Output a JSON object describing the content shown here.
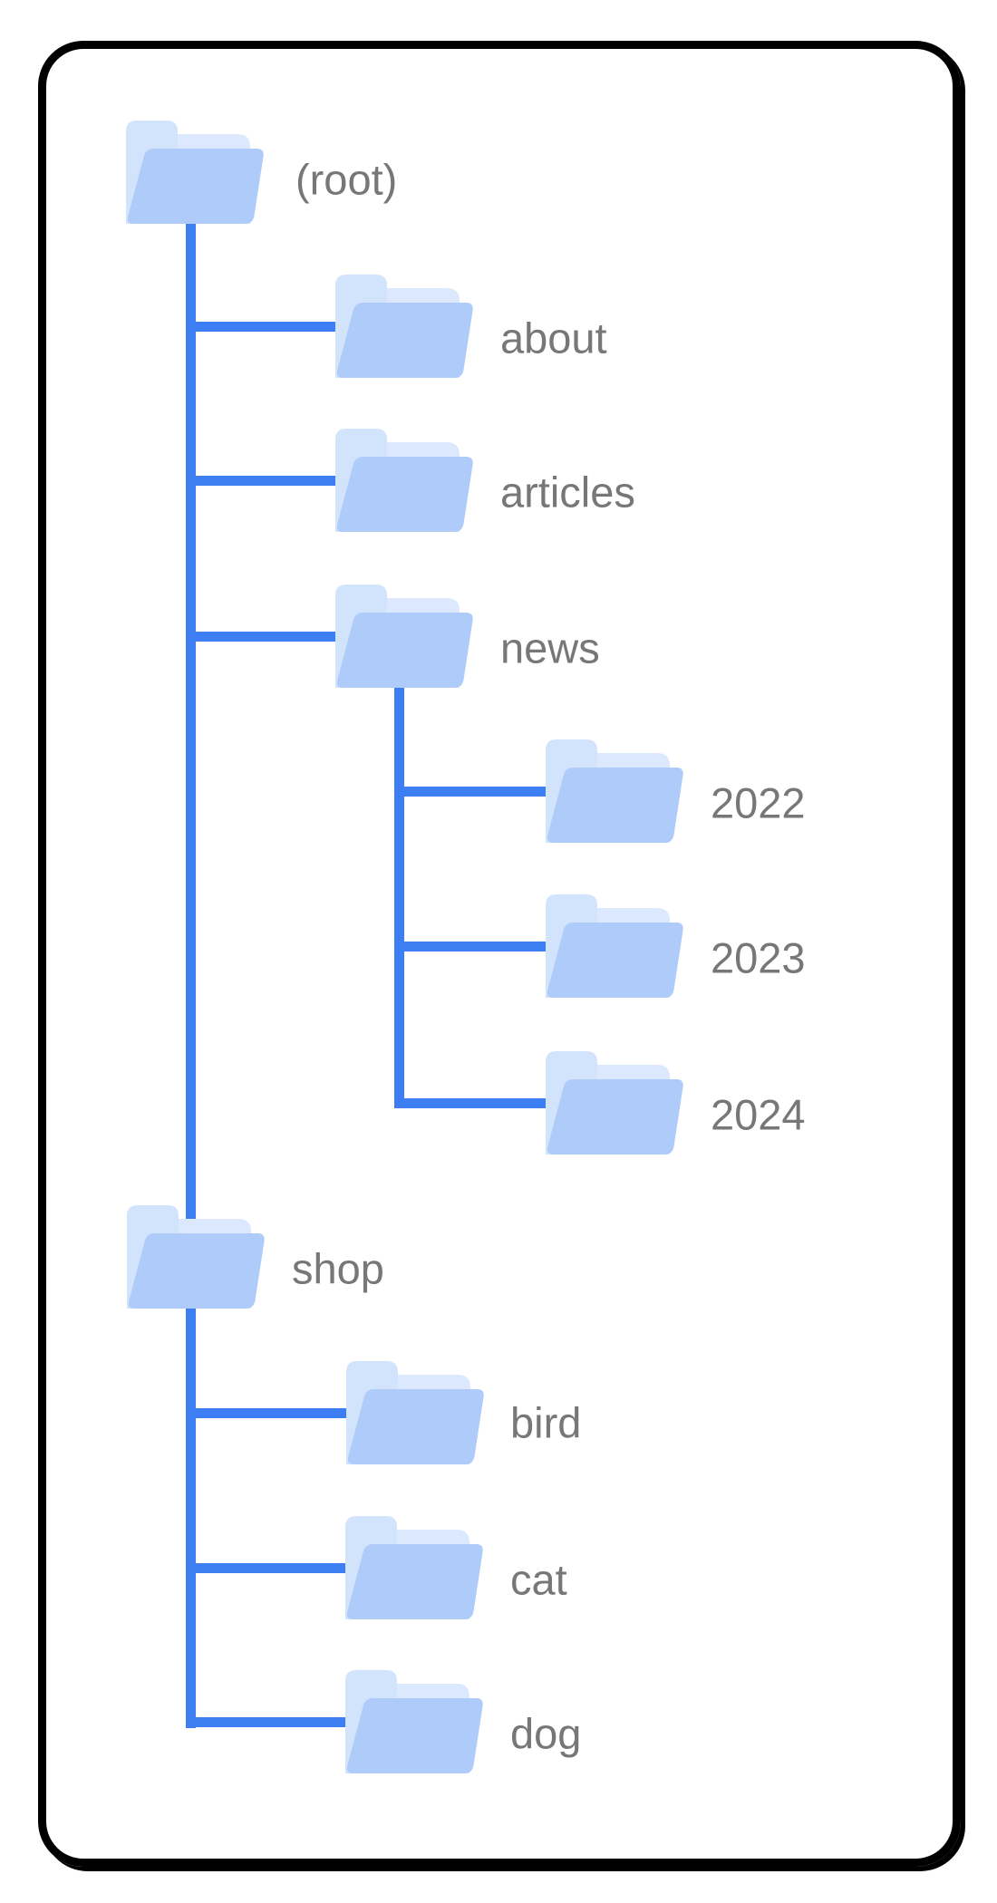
{
  "diagram": {
    "description": "Website folder structure tree diagram",
    "colors": {
      "background": "#FFFFFF",
      "frame_border": "#000000",
      "connector": "#3D7EF2",
      "label_text": "#757779",
      "folder_front": "#AECBFA",
      "folder_tab": "#D2E3FC",
      "folder_sheet": "#DCE8FD"
    },
    "tree": {
      "label": "(root)",
      "children": [
        {
          "label": "about",
          "children": []
        },
        {
          "label": "articles",
          "children": []
        },
        {
          "label": "news",
          "children": [
            {
              "label": "2022"
            },
            {
              "label": "2023"
            },
            {
              "label": "2024"
            }
          ]
        },
        {
          "label": "shop",
          "children": [
            {
              "label": "bird"
            },
            {
              "label": "cat"
            },
            {
              "label": "dog"
            }
          ]
        }
      ]
    }
  }
}
